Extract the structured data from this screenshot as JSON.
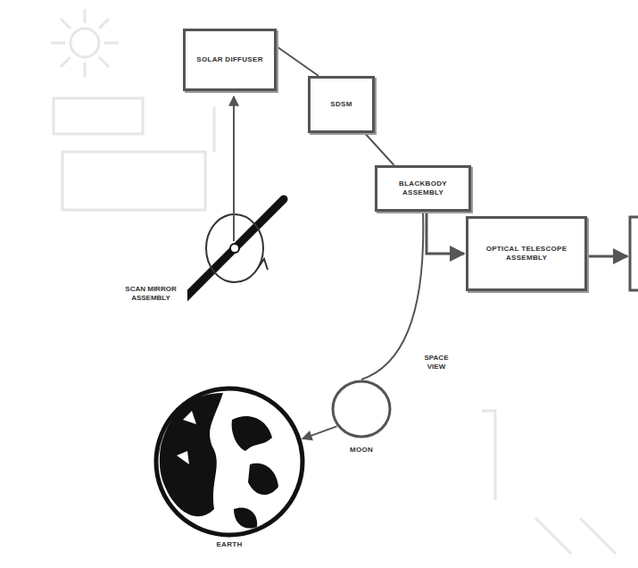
{
  "diagram": {
    "nodes": [
      {
        "text": [
          "SOLAR DIFFUSER"
        ]
      },
      {
        "text": [
          "SDSM"
        ]
      },
      {
        "text": [
          "BLACKBODY ASSEMBLY"
        ]
      },
      {
        "text": [
          "OPTICAL TELESCOPE ASSEMBLY"
        ]
      },
      {
        "text": [
          "MOON"
        ]
      },
      {
        "text": [
          "EARTH"
        ]
      }
    ],
    "edges": [
      {
        "from": 0,
        "to": 1,
        "arrow": "none"
      },
      {
        "from": 1,
        "to": 2,
        "arrow": "none"
      },
      {
        "from": 2,
        "to": 4,
        "arrow": "none",
        "label": "SPACE VIEW"
      },
      {
        "from": 2,
        "to": 3,
        "arrow": "to"
      },
      {
        "from": 4,
        "to": 5,
        "arrow": "to"
      }
    ],
    "labels": [
      "SCAN MIRROR ASSEMBLY"
    ]
  }
}
